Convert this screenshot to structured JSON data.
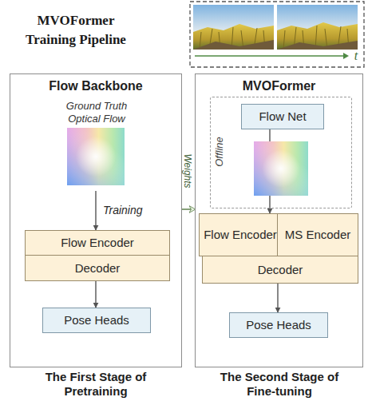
{
  "diagram": {
    "title": "MVOFormer Training Pipeline",
    "nodes": [
      {
        "text": [
          "Flow Backbone"
        ]
      },
      {
        "text": [
          "Ground Truth Optical Flow"
        ],
        "in": 0
      },
      {
        "text": [
          "Flow Encoder"
        ],
        "in": 0
      },
      {
        "text": [
          "Decoder"
        ],
        "in": 0
      },
      {
        "text": [
          "Pose Heads"
        ],
        "in": 0
      },
      {
        "text": [
          "MVOFormer"
        ]
      },
      {
        "text": [
          "Offline"
        ],
        "in": 5
      },
      {
        "text": [
          "Flow Net"
        ],
        "in": 6
      },
      {
        "text": [
          "Flow Encoder"
        ],
        "in": 5
      },
      {
        "text": [
          "MS Encoder"
        ],
        "in": 5
      },
      {
        "text": [
          "Decoder"
        ],
        "in": 5
      },
      {
        "text": [
          "Pose Heads"
        ],
        "in": 5
      }
    ],
    "edges": [
      {
        "from": 1,
        "to": 2,
        "arrow": "to",
        "label": "Training"
      },
      {
        "from": 3,
        "to": 4,
        "arrow": "to"
      },
      {
        "from": 0,
        "to": 5,
        "arrow": "to",
        "label": "Weights"
      },
      {
        "from": 7,
        "to": 8,
        "arrow": "to"
      },
      {
        "from": 10,
        "to": 11,
        "arrow": "to"
      }
    ],
    "labels": [
      "t",
      "The First Stage of Pretraining",
      "The Second Stage of Fine-tuning"
    ]
  }
}
